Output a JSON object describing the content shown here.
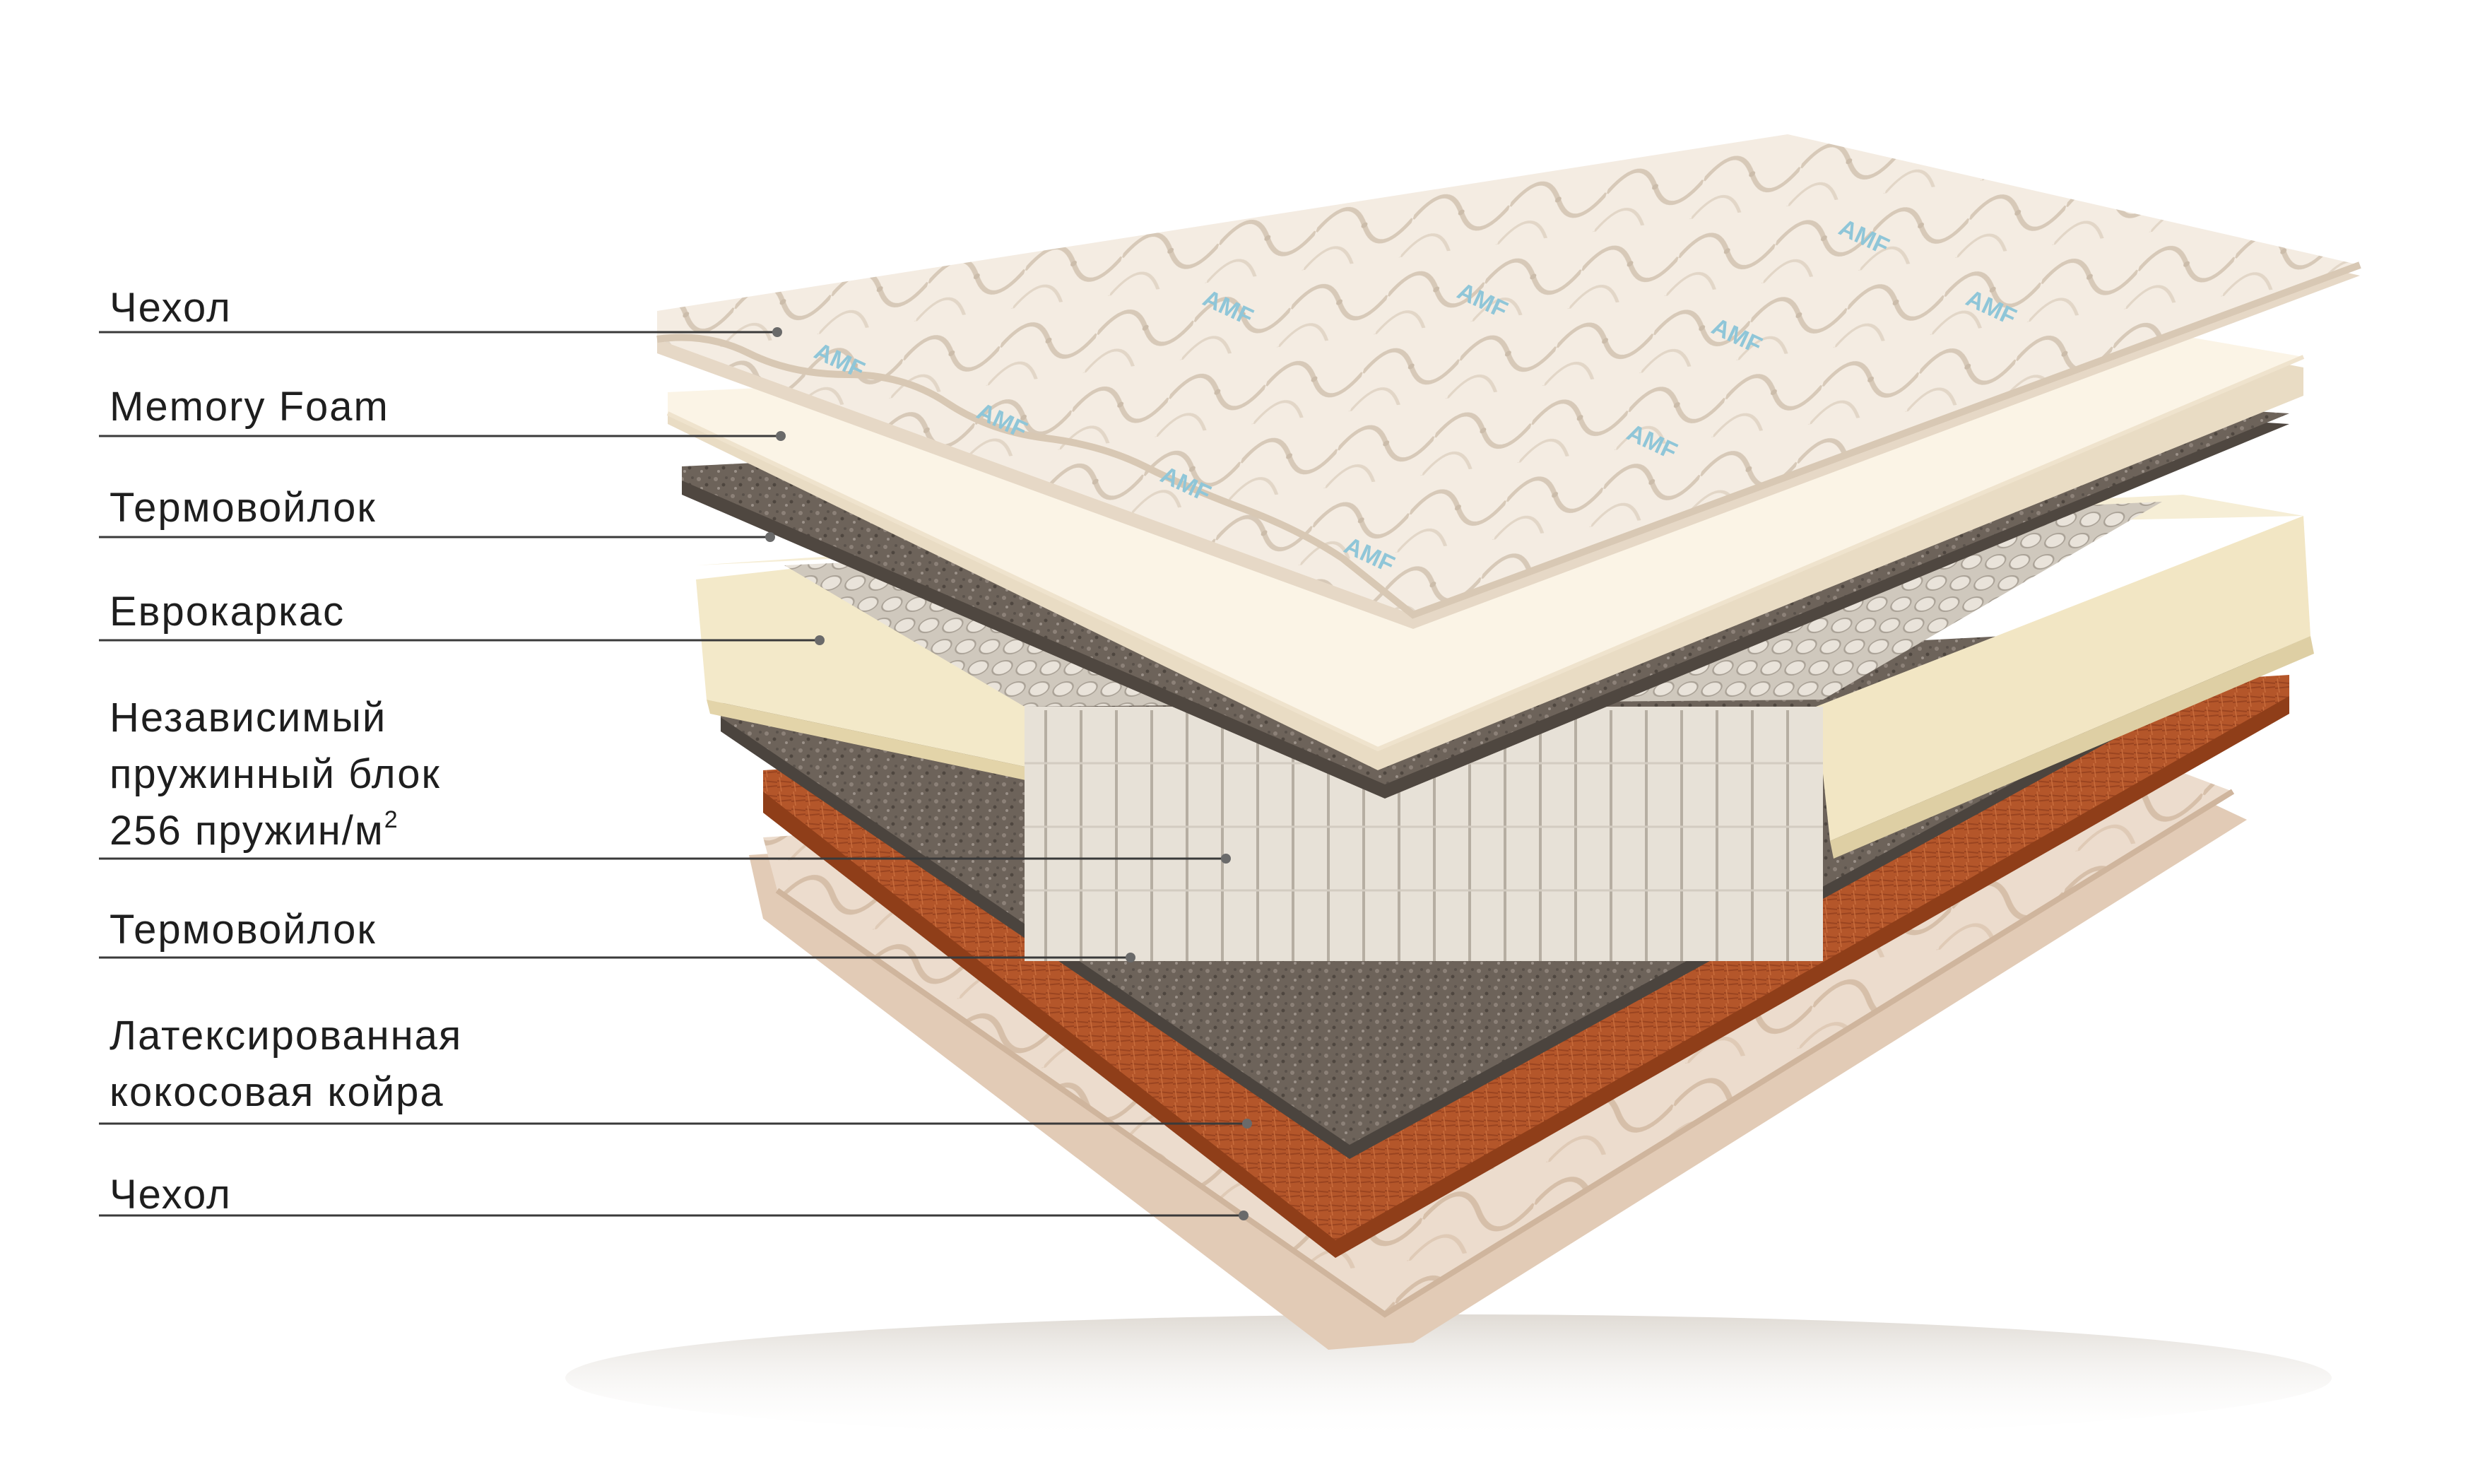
{
  "layers": [
    {
      "id": "top-cover",
      "lines": [
        "Чехол"
      ]
    },
    {
      "id": "memory-foam",
      "lines": [
        "Memory Foam"
      ]
    },
    {
      "id": "top-felt",
      "lines": [
        "Термовойлок"
      ]
    },
    {
      "id": "euro-frame",
      "lines": [
        "Еврокаркас"
      ]
    },
    {
      "id": "spring-block",
      "lines": [
        "Независимый",
        "пружинный блок",
        "256 пружин/м"
      ],
      "superscript": "2"
    },
    {
      "id": "bottom-felt",
      "lines": [
        "Термовойлок"
      ]
    },
    {
      "id": "coconut-coir",
      "lines": [
        "Латексированная",
        "кокосовая койра"
      ]
    },
    {
      "id": "bottom-cover",
      "lines": [
        "Чехол"
      ]
    }
  ],
  "product_mark": "AMF",
  "colors": {
    "cover": "#f1e6d8",
    "foam": "#f8f0e0",
    "felt": "#6f655c",
    "frame": "#f2e7c8",
    "springs": "#ebe6dd",
    "coir": "#b5582a",
    "bottom_cover": "#ead7c6",
    "text": "#1e1e1e"
  }
}
